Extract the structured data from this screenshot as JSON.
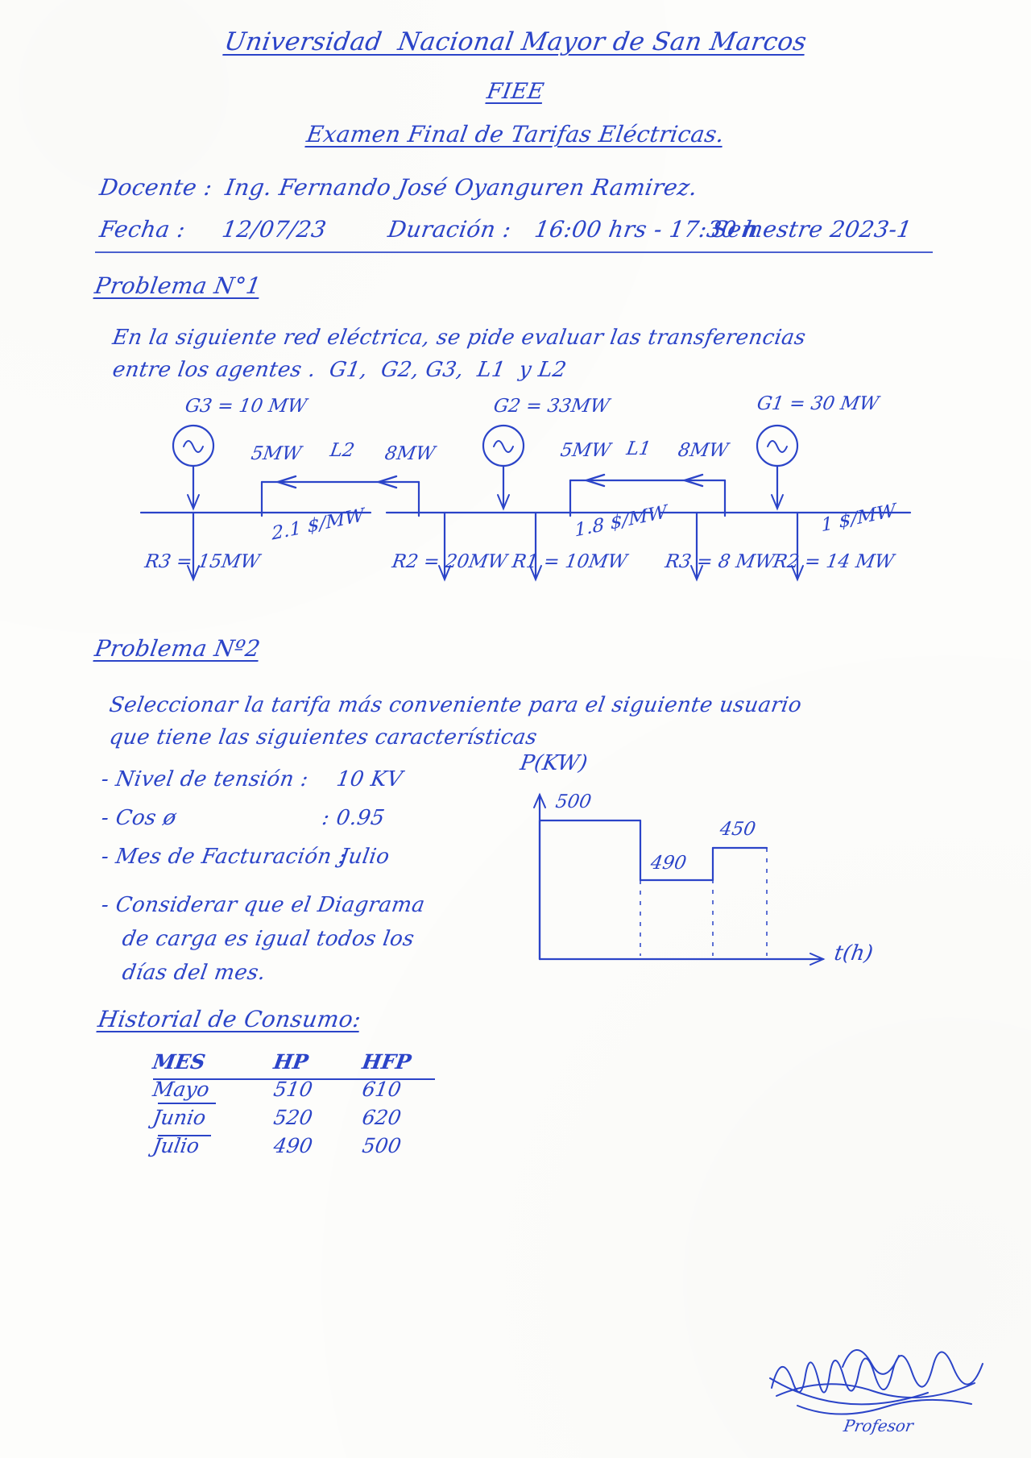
{
  "document": {
    "kind": "handwritten-exam",
    "ink_color": "#2b44c8",
    "paper_color": "#fdfdfb",
    "header": {
      "university": "Universidad  Nacional Mayor de San Marcos",
      "faculty": "FIEE",
      "exam_title": "Examen Final de Tarifas Eléctricas.",
      "teacher_label": "Docente :",
      "teacher_name": "Ing. Fernando José Oyanguren Ramirez.",
      "date_label": "Fecha :",
      "date_value": "12/07/23",
      "duration_label": "Duración :",
      "duration_value": "16:00 hrs - 17:30 h",
      "semester": "Semestre 2023-1"
    },
    "problem1": {
      "heading": "Problema N°1",
      "line1": "En la siguiente red eléctrica, se pide evaluar las transferencias",
      "line2": "entre los agentes .  G1,  G2, G3,  L1  y L2",
      "diagram": {
        "generators": [
          {
            "id": "G3",
            "label": "G3 = 10 MW",
            "value": 10,
            "unit": "MW"
          },
          {
            "id": "G2",
            "label": "G2 = 33MW",
            "value": 33,
            "unit": "MW"
          },
          {
            "id": "G1",
            "label": "G1 = 30 MW",
            "value": 30,
            "unit": "MW"
          }
        ],
        "lines": [
          {
            "id": "L2",
            "label": "L2",
            "left_flow": "5MW",
            "right_flow": "8MW"
          },
          {
            "id": "L1",
            "label": "L1",
            "left_flow": "5MW",
            "right_flow": "8MW"
          }
        ],
        "prices": [
          {
            "label": "2.1 $/MW",
            "value": 2.1
          },
          {
            "label": "1.8 $/MW",
            "value": 1.8
          },
          {
            "label": "1 $/MW",
            "value": 1
          }
        ],
        "loads": [
          {
            "label": "R3 = 15MW",
            "value": 15
          },
          {
            "label": "R2 = 20MW",
            "value": 20
          },
          {
            "label": "R1 = 10MW",
            "value": 10
          },
          {
            "label": "R3 = 8 MW",
            "value": 8
          },
          {
            "label": "R2 = 14 MW",
            "value": 14
          }
        ]
      }
    },
    "problem2": {
      "heading": "Problema Nº2",
      "line1": "Seleccionar la tarifa más conveniente para el siguiente usuario",
      "line2": "que tiene las siguientes características",
      "bullets": [
        {
          "label": "- Nivel de tensión :",
          "value": "10 KV"
        },
        {
          "label": "- Cos ø",
          "value": ": 0.95"
        },
        {
          "label": "- Mes de Facturación :",
          "value": "Julio"
        }
      ],
      "note_lines": [
        "- Considerar que el Diagrama",
        "de carga es igual todos los",
        "días del mes."
      ],
      "history_heading": "Historial de Consumo:",
      "table": {
        "columns": [
          "MES",
          "HP",
          "HFP"
        ],
        "rows": [
          [
            "Mayo",
            "510",
            "610"
          ],
          [
            "Junio",
            "520",
            "620"
          ],
          [
            "Julio",
            "490",
            "500"
          ]
        ]
      }
    },
    "chart_data": {
      "type": "bar",
      "title": "",
      "xlabel": "t(h)",
      "ylabel": "P(KW)",
      "categories": [
        "step1",
        "step2",
        "step3"
      ],
      "values": [
        500,
        490,
        450
      ],
      "value_labels": [
        "500",
        "490",
        "450"
      ],
      "grid": false,
      "legend": "none",
      "note": "Diagrama de carga escalonado: 500 KW, luego 490 KW, luego 450 KW"
    },
    "signature": {
      "caption": "Profesor"
    }
  }
}
